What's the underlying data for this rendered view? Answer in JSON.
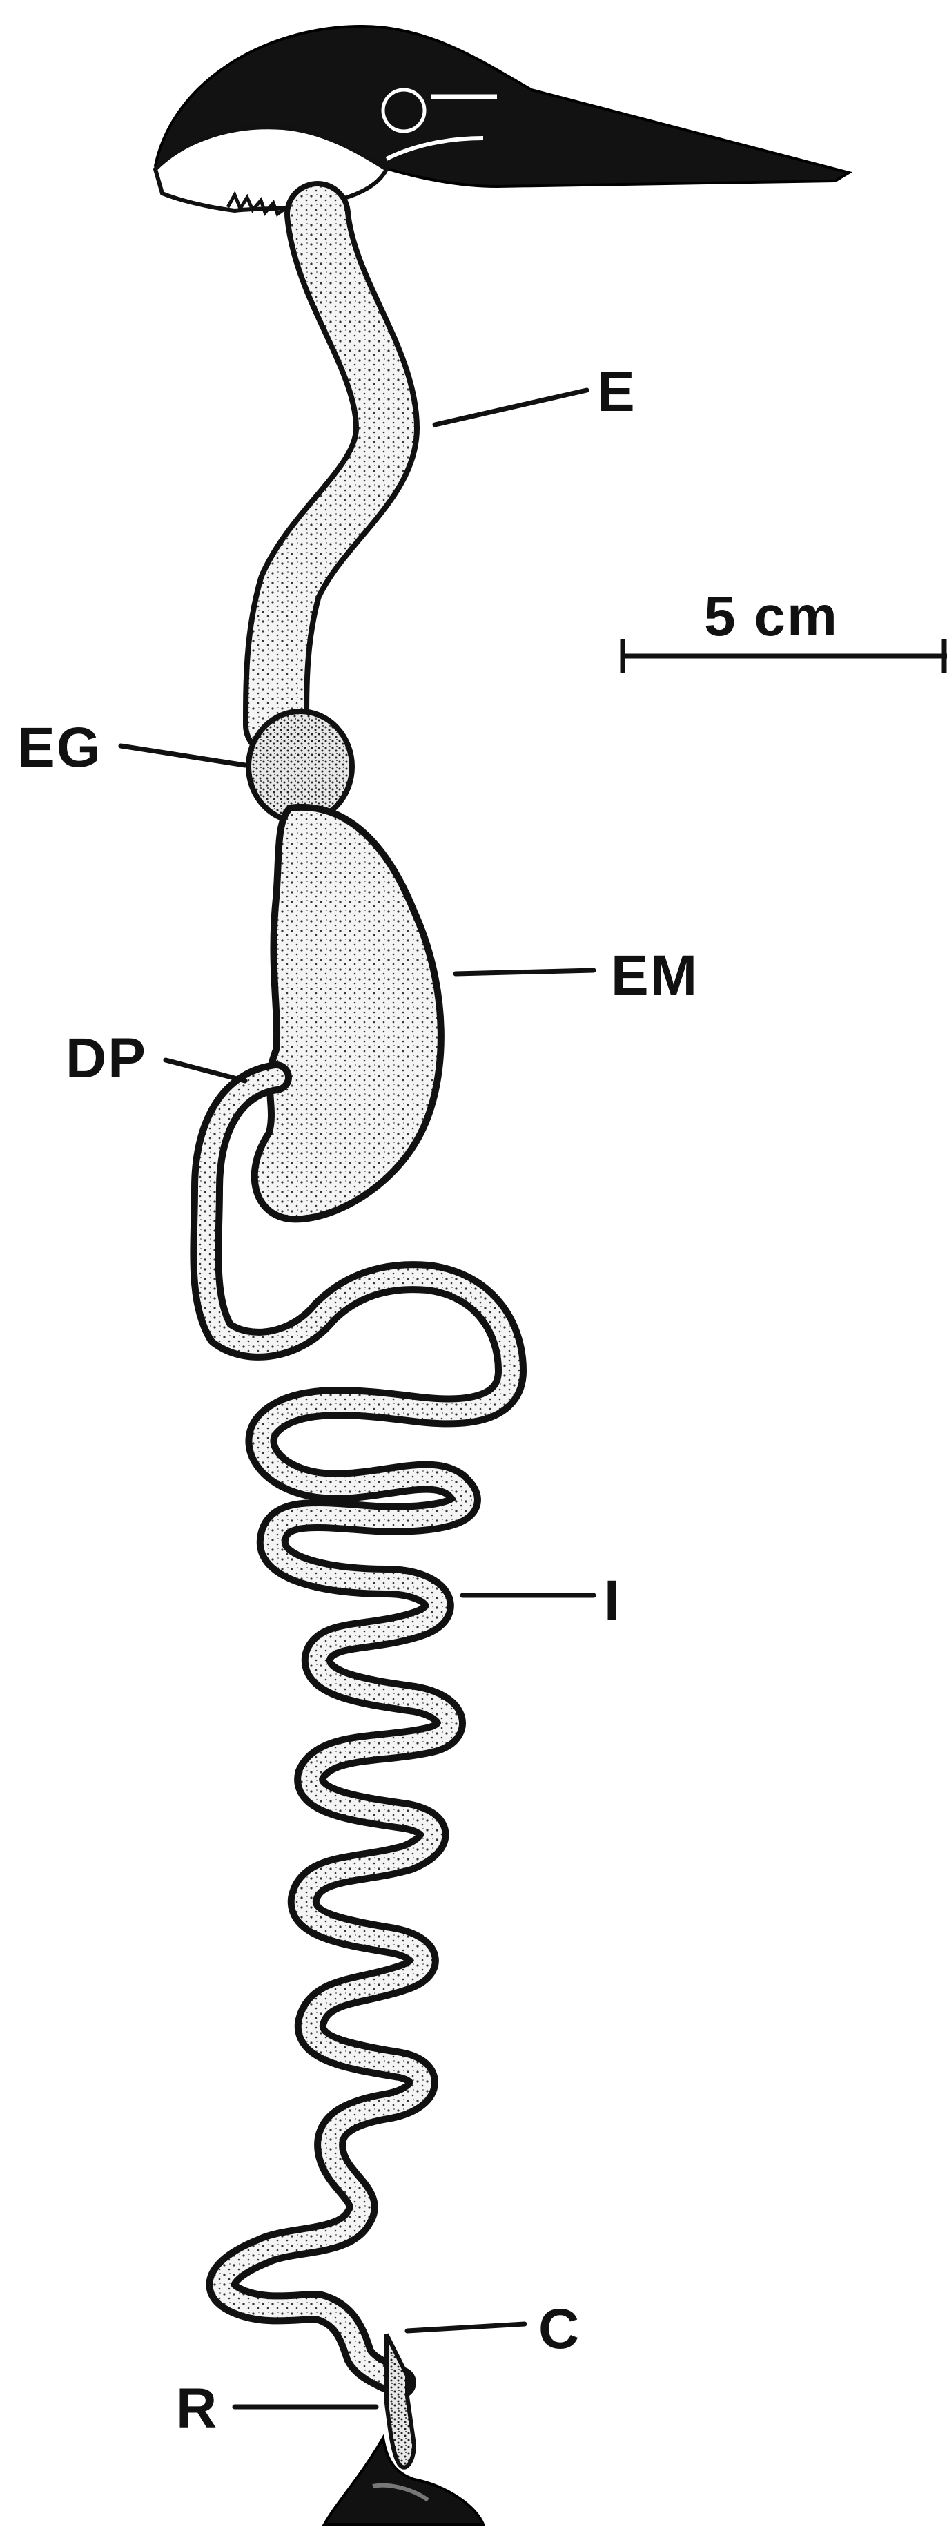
{
  "labels": {
    "esophagus": "E",
    "esophageal_gland": "EG",
    "stomach": "EM",
    "pylorus": "DP",
    "intestine": "I",
    "cecum": "C",
    "rectum": "R"
  },
  "scale_bar": {
    "label": "5 cm"
  },
  "colors": {
    "ink": "#111111",
    "tissue": "#f4f4f4",
    "background": "#ffffff"
  }
}
